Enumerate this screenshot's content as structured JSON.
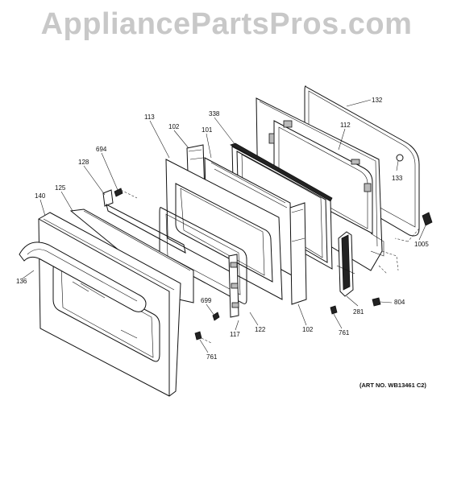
{
  "watermark": "AppliancePartsPros.com",
  "art_number": "(ART NO. WB13461 C2)",
  "parts": {
    "p132": "132",
    "p112": "112",
    "p338": "338",
    "p113": "113",
    "p102a": "102",
    "p101": "101",
    "p694": "694",
    "p128": "128",
    "p125": "125",
    "p140": "140",
    "p133": "133",
    "p1005": "1005",
    "p136": "136",
    "p699": "699",
    "p117": "117",
    "p122": "122",
    "p102b": "102",
    "p761a": "761",
    "p281": "281",
    "p804": "804",
    "p761b": "761"
  }
}
